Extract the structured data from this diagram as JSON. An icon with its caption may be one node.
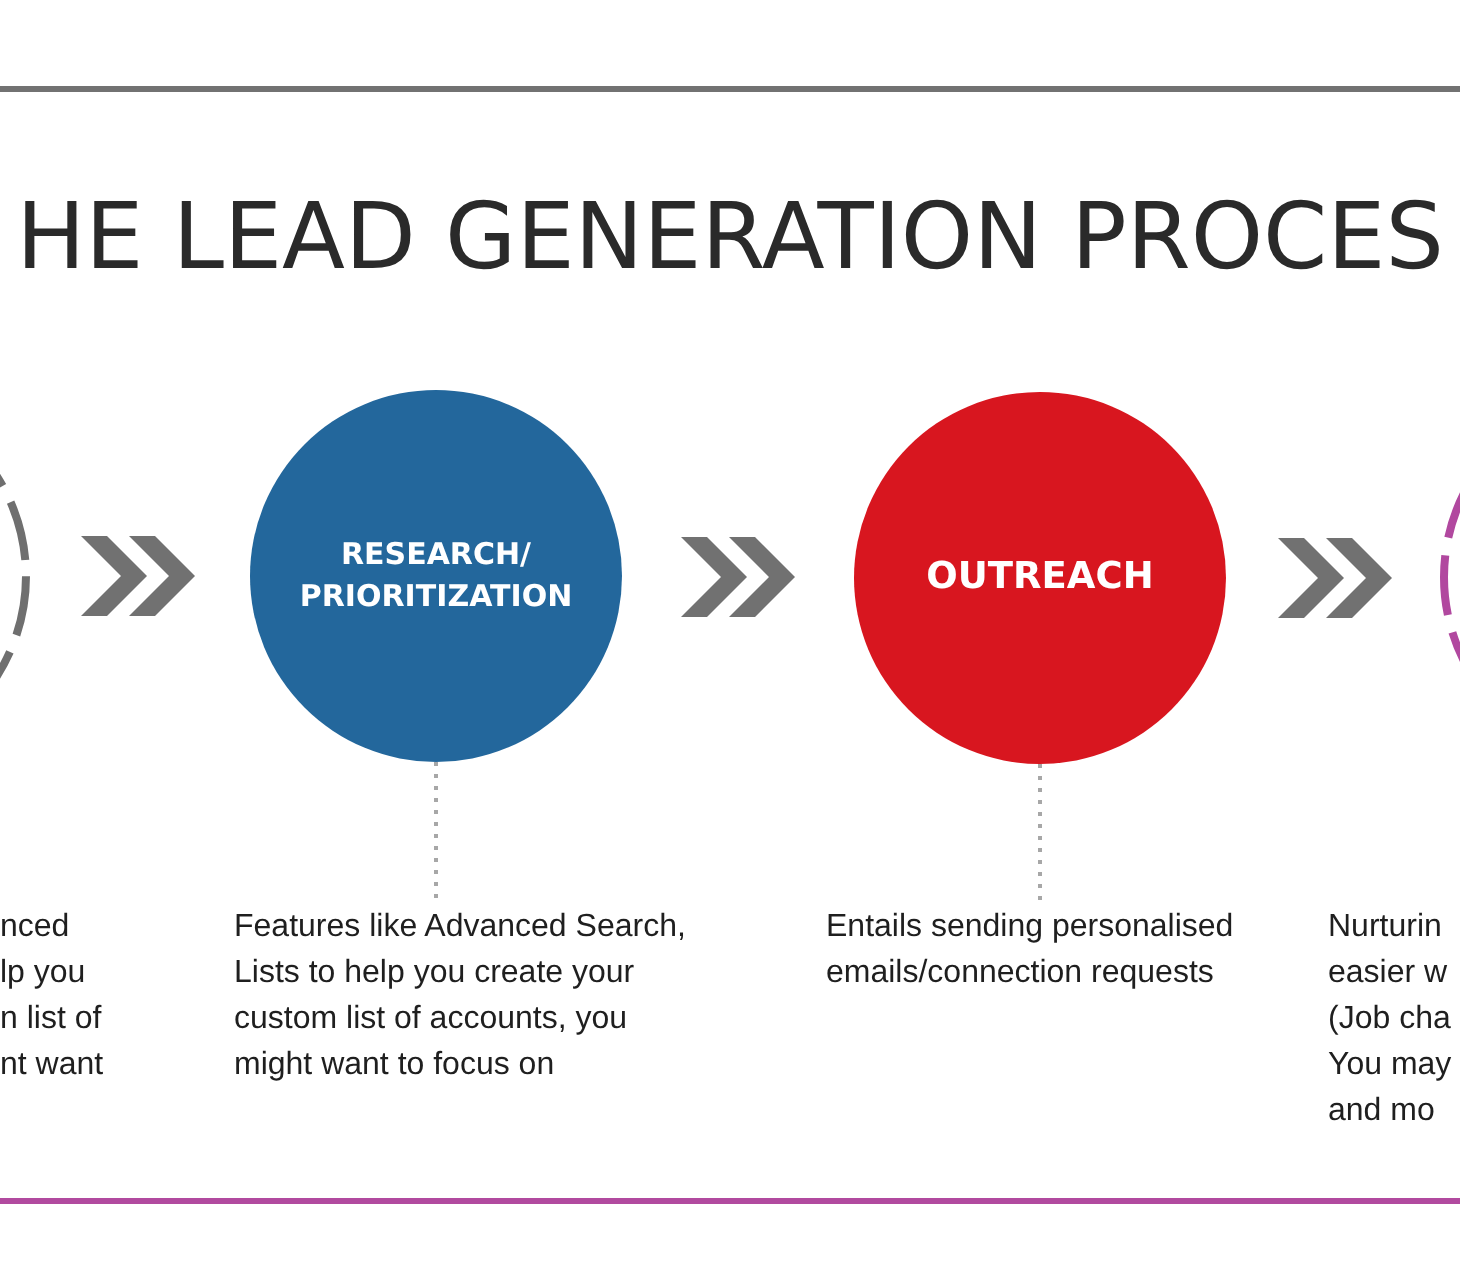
{
  "diagram": {
    "title": "HE LEAD GENERATION PROCES",
    "nodes": [
      {
        "text": [],
        "shape": "circle"
      },
      {
        "text": [
          "RESEARCH/ PRIORITIZATION"
        ]
      },
      {
        "text": [
          "OUTREACH"
        ]
      },
      {
        "text": [],
        "shape": "circle"
      },
      {
        "text": [
          "Features like Advanced Search, Lists to help you create your custom list of accounts, you might want to focus on"
        ]
      },
      {
        "text": [
          "Entails sending personalised emails/connection requests"
        ]
      }
    ],
    "edges": [
      {
        "from": 0,
        "to": 1,
        "arrow": "to"
      },
      {
        "from": 1,
        "to": 2,
        "arrow": "to"
      },
      {
        "from": 2,
        "to": 3,
        "arrow": "to"
      },
      {
        "from": 1,
        "to": 4,
        "arrow": "none",
        "style": "dashed",
        "color": "#a7a7a7"
      },
      {
        "from": 2,
        "to": 5,
        "arrow": "none",
        "style": "dashed",
        "color": "#a7a7a7"
      }
    ],
    "labels": [
      "nced",
      "lp you",
      "n list of",
      "nt want",
      "Nurturin",
      "easier w",
      "(Job cha",
      "You may",
      "and mo"
    ]
  }
}
